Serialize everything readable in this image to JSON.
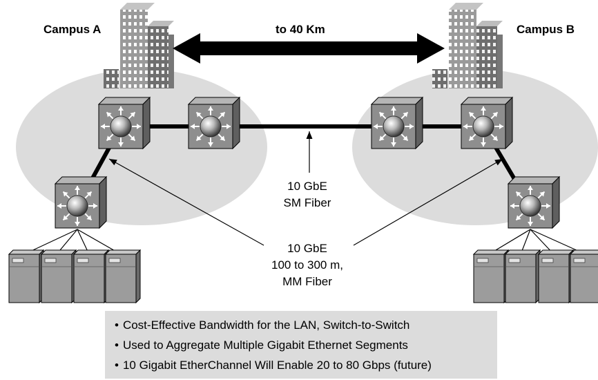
{
  "campus_a": {
    "label": "Campus A"
  },
  "campus_b": {
    "label": "Campus B"
  },
  "distance": {
    "label": "to 40 Km"
  },
  "sm_link": {
    "line1": "10 GbE",
    "line2": "SM Fiber"
  },
  "mm_link": {
    "line1": "10 GbE",
    "line2": "100 to 300 m,",
    "line3": "MM Fiber"
  },
  "notes": {
    "items": [
      "Cost-Effective Bandwidth for the LAN, Switch-to-Switch",
      "Used to Aggregate Multiple Gigabit Ethernet Segments",
      "10 Gigabit EtherChannel Will Enable 20 to 80 Gbps (future)"
    ]
  },
  "colors": {
    "campus_ellipse": "#dcdcdc",
    "switch_face": "#8e8e8e",
    "building": "#9a9a9a",
    "links": "#000000",
    "notes_background": "#dcdcdc"
  },
  "icons": [
    "building-icon",
    "multilayer-switch-icon",
    "server-icon",
    "double-arrow-icon"
  ]
}
